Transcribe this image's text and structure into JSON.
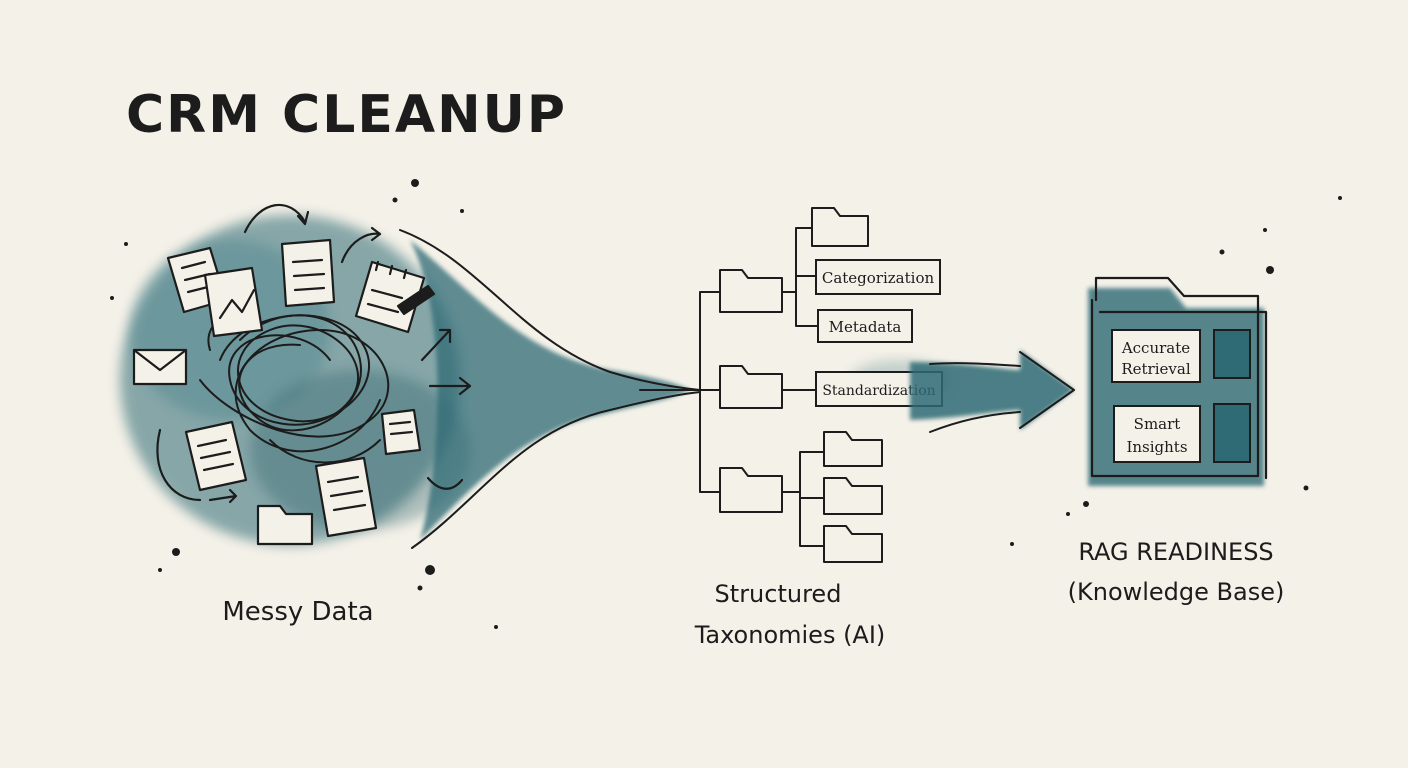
{
  "title": "CRM CLEANUP",
  "stages": {
    "messy": {
      "label": "Messy Data"
    },
    "structured": {
      "label_line1": "Structured",
      "label_line2": "Taxonomies (AI)",
      "nodes": [
        "Categorization",
        "Metadata",
        "Standardization"
      ]
    },
    "rag": {
      "label_line1": "RAG READINESS",
      "label_line2": "(Knowledge Base)",
      "cards": [
        {
          "line1": "Accurate",
          "line2": "Retrieval"
        },
        {
          "line1": "Smart",
          "line2": "Insights"
        }
      ]
    }
  },
  "colors": {
    "paper": "#f4f1e8",
    "ink": "#1c1c1c",
    "teal_wash": "#2f6b74"
  }
}
